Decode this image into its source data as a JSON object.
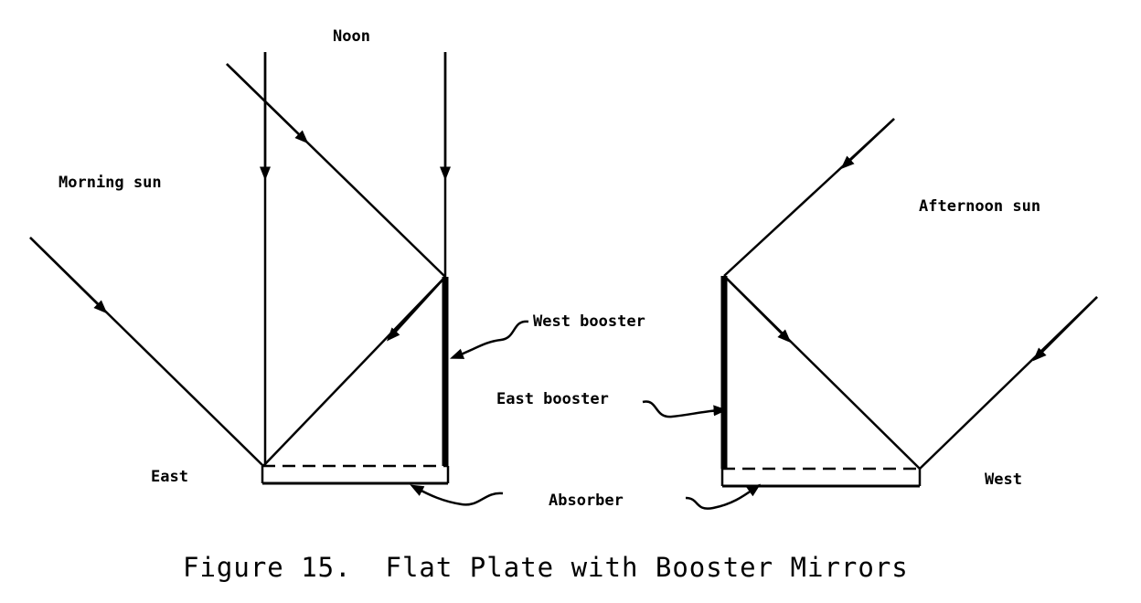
{
  "labels": {
    "noon": "Noon",
    "morning_sun": "Morning sun",
    "afternoon_sun": "Afternoon sun",
    "west_booster": "West booster",
    "east_booster": "East booster",
    "east": "East",
    "west": "West",
    "absorber": "Absorber"
  },
  "caption": "Figure 15.  Flat Plate with Booster Mirrors"
}
